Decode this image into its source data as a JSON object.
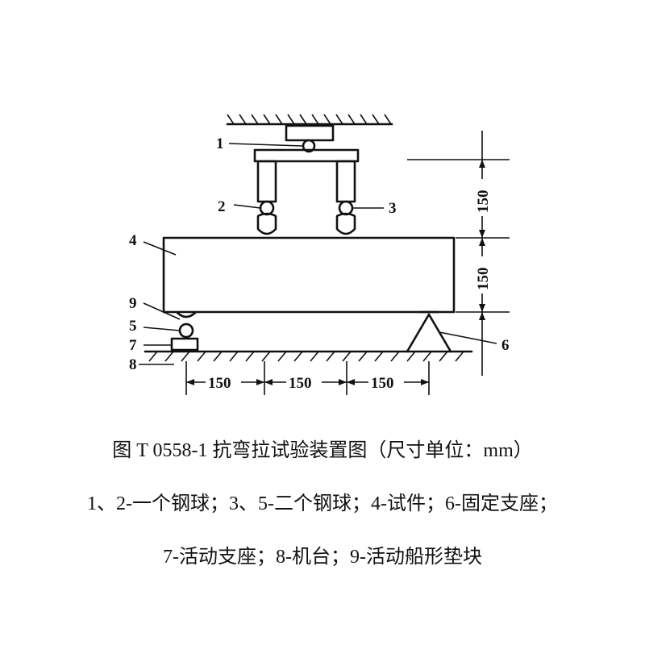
{
  "figure": {
    "caption": "图 T 0558-1 抗弯拉试验装置图（尺寸单位：mm）",
    "legend_line_1": "1、2-一个钢球；3、5-二个钢球；4-试件；6-固定支座；",
    "legend_line_2": "7-活动支座；8-机台；9-活动船形垫块"
  },
  "labels": {
    "l1": "1",
    "l2": "2",
    "l3": "3",
    "l4": "4",
    "l5": "5",
    "l6": "6",
    "l7": "7",
    "l8": "8",
    "l9": "9"
  },
  "dimensions": {
    "bottom_1": "150",
    "bottom_2": "150",
    "bottom_3": "150",
    "right_upper": "150",
    "right_lower": "150"
  }
}
